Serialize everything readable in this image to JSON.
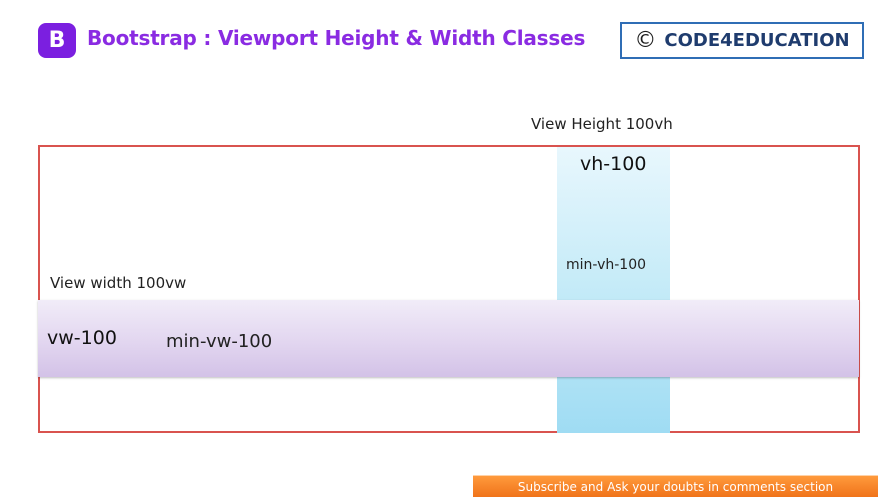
{
  "header": {
    "logo_letter": "B",
    "title": "Bootstrap : Viewport Height  & Width Classes",
    "brand_symbol": "©",
    "brand_name": "CODE4EDUCATION"
  },
  "diagram": {
    "vh_caption": "View Height 100vh",
    "vh_label": "vh-100",
    "min_vh_label": "min-vh-100",
    "vw_caption": "View width 100vw",
    "vw_label": "vw-100",
    "min_vw_label": "min-vw-100"
  },
  "footer": {
    "subscribe_text": "Subscribe and Ask your doubts in comments section"
  },
  "colors": {
    "brand_purple": "#7b1fe0",
    "title_purple": "#8a2be2",
    "brand_blue": "#2f6db5",
    "outline_red": "#d9534f",
    "vh_blue": "#9fdcf3",
    "vw_lavender": "#e2d6f0",
    "banner_orange": "#f0731a"
  }
}
